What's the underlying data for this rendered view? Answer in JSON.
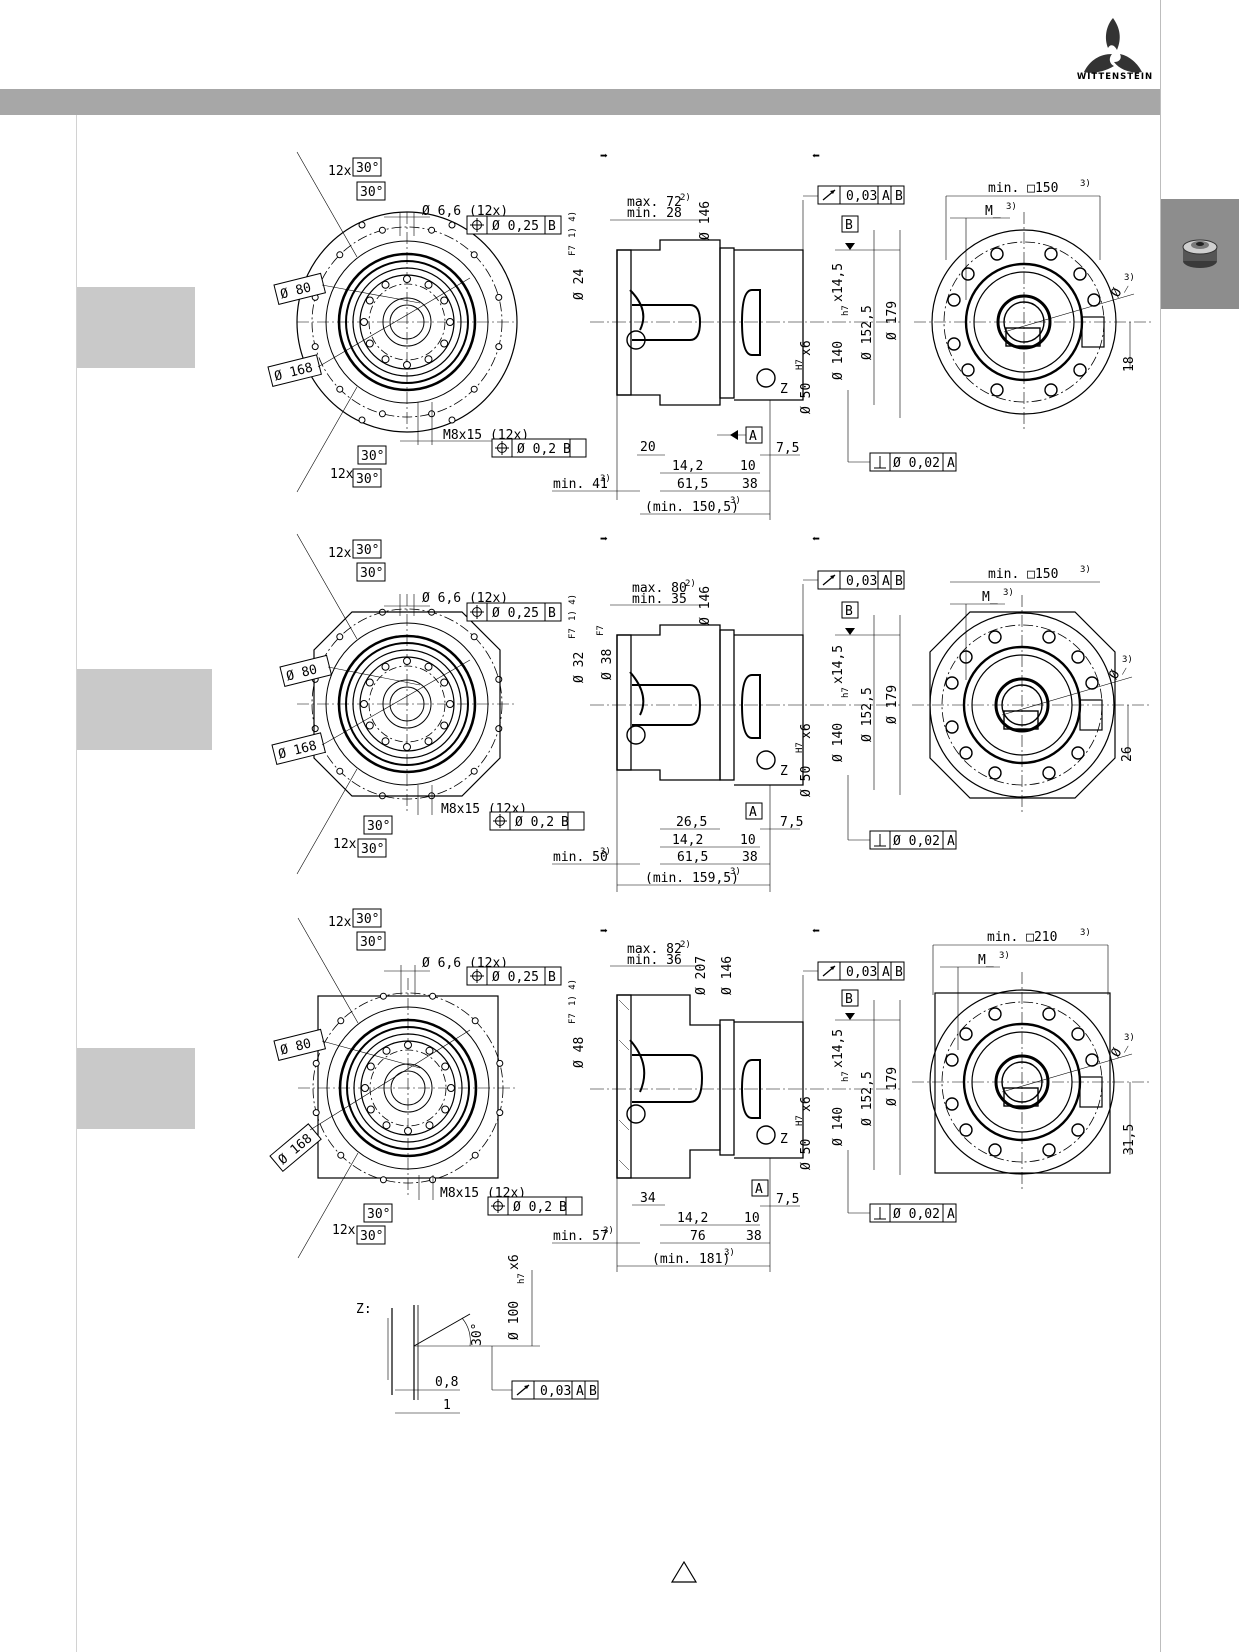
{
  "brand": {
    "name": "WITTENSTEIN"
  },
  "views": [
    {
      "flange": {
        "pcd_small": "Ø 80",
        "pcd_large": "Ø 168",
        "angle_count": "12x",
        "angle": "30°",
        "hole": "Ø 6,6 (12x)",
        "hole_tol": "Ø 0,25",
        "thread": "M8x15 (12x)",
        "thread_tol": "Ø 0,2",
        "datum": "B"
      },
      "side": {
        "max": "max. 72",
        "min": "min. 28",
        "max_sup": "2)",
        "bore": "Ø 24",
        "bore_fit": "F7",
        "bore_note": "1) 4)",
        "d146": "Ø 146",
        "d140": "Ø 140",
        "fit_h7": "h7",
        "d140_suffix": "x14,5",
        "d1525": "Ø 152,5",
        "d179": "Ø 179",
        "d50": "Ø 50",
        "fit_h7x6": "H7",
        "d50_suffix": "x6",
        "z_label": "Z",
        "d20": "20",
        "d142": "14,2",
        "d10": "10",
        "d75": "7,5",
        "d615": "61,5",
        "d38": "38",
        "min_len": "min. 41",
        "total": "(min. 150,5)",
        "note3": "3)",
        "runout": "0,03",
        "datums": [
          "A",
          "B"
        ],
        "perp": "Ø 0,02",
        "datum_a": "A",
        "datum_b": "B"
      },
      "end": {
        "square": "min. □150",
        "m_label": "M_",
        "phi_label": "Ø_",
        "note3": "3)",
        "offset": "18"
      }
    },
    {
      "flange": {
        "pcd_small": "Ø 80",
        "pcd_large": "Ø 168",
        "angle_count": "12x",
        "angle": "30°",
        "hole": "Ø 6,6 (12x)",
        "hole_tol": "Ø 0,25",
        "thread": "M8x15 (12x)",
        "thread_tol": "Ø 0,2",
        "datum": "B"
      },
      "side": {
        "max": "max. 80",
        "min": "min. 35",
        "max_sup": "2)",
        "bore": "Ø 32",
        "bore_fit": "F7",
        "bore_note": "1) 4)",
        "bore2": "Ø 38",
        "bore2_fit": "F7",
        "d146": "Ø 146",
        "d140": "Ø 140",
        "fit_h7": "h7",
        "d140_suffix": "x14,5",
        "d1525": "Ø 152,5",
        "d179": "Ø 179",
        "d50": "Ø 50",
        "fit_h7x6": "H7",
        "d50_suffix": "x6",
        "z_label": "Z",
        "d20": "26,5",
        "d142": "14,2",
        "d10": "10",
        "d75": "7,5",
        "d615": "61,5",
        "d38": "38",
        "min_len": "min. 50",
        "total": "(min. 159,5)",
        "note3": "3)",
        "runout": "0,03",
        "datums": [
          "A",
          "B"
        ],
        "perp": "Ø 0,02",
        "datum_a": "A",
        "datum_b": "B"
      },
      "end": {
        "square": "min. □150",
        "m_label": "M_",
        "phi_label": "Ø_",
        "note3": "3)",
        "offset": "26"
      }
    },
    {
      "flange": {
        "pcd_small": "Ø 80",
        "pcd_large": "Ø 168",
        "angle_count": "12x",
        "angle": "30°",
        "hole": "Ø 6,6 (12x)",
        "hole_tol": "Ø 0,25",
        "thread": "M8x15 (12x)",
        "thread_tol": "Ø 0,2",
        "datum": "B"
      },
      "side": {
        "max": "max. 82",
        "min": "min. 36",
        "max_sup": "2)",
        "bore": "Ø 48",
        "bore_fit": "F7",
        "bore_note": "1) 4)",
        "d207": "Ø 207",
        "d146": "Ø 146",
        "d140": "Ø 140",
        "fit_h7": "h7",
        "d140_suffix": "x14,5",
        "d1525": "Ø 152,5",
        "d179": "Ø 179",
        "d50": "Ø 50",
        "fit_h7x6": "H7",
        "d50_suffix": "x6",
        "z_label": "Z",
        "d20": "34",
        "d142": "14,2",
        "d10": "10",
        "d75": "7,5",
        "d615": "76",
        "d38": "38",
        "min_len": "min. 57",
        "total": "(min. 181)",
        "note3": "3)",
        "runout": "0,03",
        "datums": [
          "A",
          "B"
        ],
        "perp": "Ø 0,02",
        "datum_a": "A",
        "datum_b": "B"
      },
      "end": {
        "square": "min. □210",
        "m_label": "M_",
        "phi_label": "Ø_",
        "note3": "3)",
        "offset": "31,5"
      }
    }
  ],
  "detail_z": {
    "label": "Z:",
    "d100": "Ø 100",
    "fit": "h7",
    "suffix": "x6",
    "angle": "30°",
    "d08": "0,8",
    "d1": "1",
    "runout": "0,03",
    "datum_a": "A",
    "datum_b": "B"
  },
  "footer": {
    "symbol": "warning-triangle"
  }
}
